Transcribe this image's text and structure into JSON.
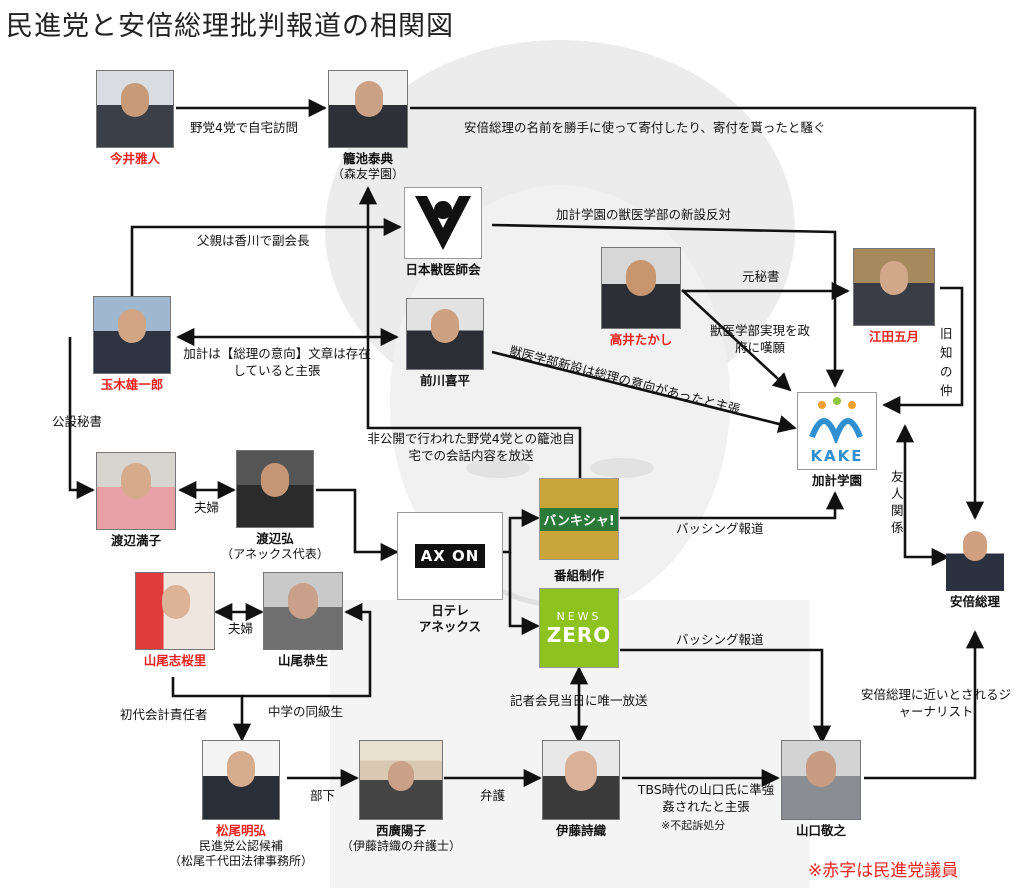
{
  "title": "民進党と安倍総理批判報道の相関図",
  "legend": "※赤字は民進党議員",
  "colors": {
    "member_red": "#e8231f",
    "edge": "#111111",
    "zero_green": "#8dc21f",
    "bankisy_bg": "#c9a53a"
  },
  "nodes": {
    "imai": {
      "name": "今井雅人"
    },
    "kagoike": {
      "name": "籠池泰典",
      "sub": "（森友学園）"
    },
    "vet_assoc": {
      "name": "日本獣医師会"
    },
    "takai": {
      "name": "高井たかし"
    },
    "eda": {
      "name": "江田五月"
    },
    "tamaki": {
      "name": "玉木雄一郎"
    },
    "maekawa": {
      "name": "前川喜平"
    },
    "kake": {
      "name": "加計学園",
      "logo_text": "KAKE"
    },
    "watanabe_m": {
      "name": "渡辺満子"
    },
    "watanabe_h": {
      "name": "渡辺弘",
      "sub": "（アネックス代表）"
    },
    "axon": {
      "name": "日テレ",
      "sub": "アネックス",
      "logo_text": "AX ON"
    },
    "bankisy": {
      "name": "番組制作",
      "logo_text": "バンキシャ!"
    },
    "zero": {
      "name": "",
      "logo_top": "NEWS",
      "logo_main": "ZERO"
    },
    "abe": {
      "name": "安倍総理"
    },
    "yamao_s": {
      "name": "山尾志桜里"
    },
    "yamao_k": {
      "name": "山尾恭生"
    },
    "matsuo": {
      "name": "松尾明弘",
      "sub1": "民進党公認候補",
      "sub2": "（松尾千代田法律事務所）"
    },
    "nishihiro": {
      "name": "西廣陽子",
      "sub": "（伊藤詩織の弁護士）"
    },
    "ito": {
      "name": "伊藤詩織"
    },
    "yamaguchi": {
      "name": "山口敬之"
    }
  },
  "edges": {
    "imai_kagoike": "野党4党で自宅訪問",
    "kagoike_abe": "安倍総理の名前を勝手に使って寄付したり、寄付を貰ったと騒ぐ",
    "vet_kake": "加計学園の獣医学部の新設反対",
    "tamaki_father": "父親は香川で副会長",
    "takai_eda": "元秘書",
    "takai_gov": "獣医学部実現を政府に嘆願",
    "eda_abe": "旧知の仲",
    "tamaki_maekawa": "加計は【総理の意向】文章は存在していると主張",
    "maekawa_kake": "獣医学部新設は総理の意向があったと主張",
    "broadcast": "非公開で行われた野党4党との籠池自宅での会話内容を放送",
    "tamaki_secretary": "公設秘書",
    "couple1": "夫婦",
    "bankisy_bash": "バッシング報道",
    "zero_bash": "バッシング報道",
    "kake_friend": "友人関係",
    "couple2": "夫婦",
    "journalist": "安倍総理に近いとされるジャーナリスト",
    "first_treasurer": "初代会計責任者",
    "classmate": "中学の同級生",
    "only_broadcast": "記者会見当日に唯一放送",
    "subordinate": "部下",
    "defense": "弁護",
    "tbs_claim": "TBS時代の山口氏に準強姦されたと主張",
    "non_indictment": "※不起訴処分"
  }
}
